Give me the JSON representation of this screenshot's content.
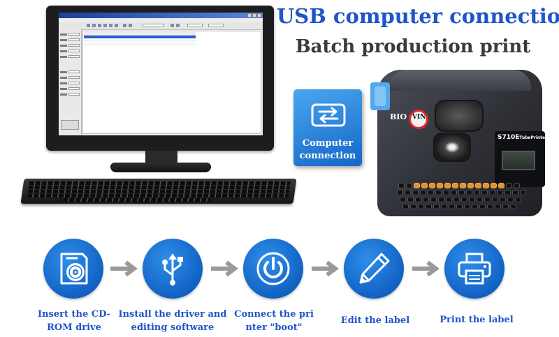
{
  "headline": {
    "line1": "USB computer connection",
    "line2": "Batch production print"
  },
  "connection_card": {
    "label_line1": "Computer",
    "label_line2": "connection",
    "icon": "swap-arrows-icon"
  },
  "printer": {
    "brand": "BIO",
    "brand_mark": "VIN",
    "model": "S710E",
    "model_suffix": "TubePrinter"
  },
  "steps": [
    {
      "icon": "cd-rom-icon",
      "label_line1": "Insert the CD-",
      "label_line2": "ROM drive"
    },
    {
      "icon": "usb-icon",
      "label_line1": "Install the driver and",
      "label_line2": "editing software"
    },
    {
      "icon": "power-icon",
      "label_line1": "Connect the pri",
      "label_line2": "nter \"boot\""
    },
    {
      "icon": "pencil-icon",
      "label_line1": "Edit the label",
      "label_line2": ""
    },
    {
      "icon": "printer-icon",
      "label_line1": "Print the label",
      "label_line2": ""
    }
  ],
  "colors": {
    "accent_blue": "#1f55c8",
    "circle_blue": "#1a74d6",
    "arrow_gray": "#9a9a9a",
    "heading_dark": "#3a3a3a"
  }
}
